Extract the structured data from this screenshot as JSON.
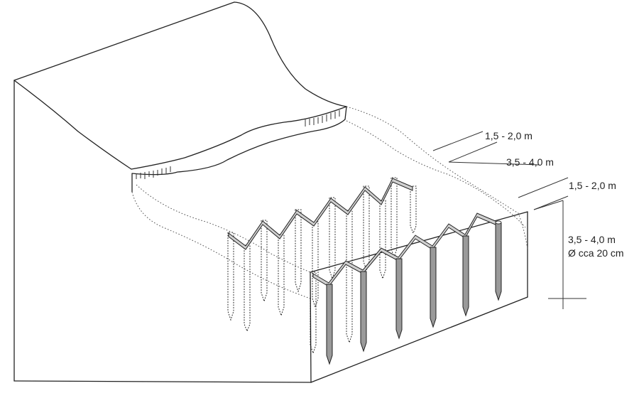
{
  "diagram": {
    "labels": {
      "spacing_top": "1,5 - 2,0 m",
      "row_distance": "3,5 - 4,0 m",
      "spacing_bottom": "1,5 - 2,0 m",
      "pile_length": "3,5 - 4,0 m",
      "pile_diameter": "Ø cca 20 cm"
    }
  }
}
